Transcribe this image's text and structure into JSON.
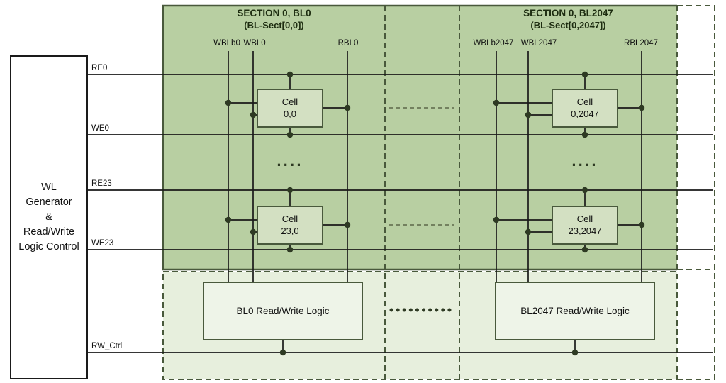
{
  "diagram": {
    "left_block": {
      "lines": [
        "WL",
        "Generator",
        "&",
        "Read/Write",
        "Logic Control"
      ]
    },
    "wire_labels": {
      "re0": "RE0",
      "we0": "WE0",
      "re23": "RE23",
      "we23": "WE23",
      "rw_ctrl": "RW_Ctrl"
    },
    "sections": [
      {
        "title": "SECTION 0, BL0",
        "subtitle": "(BL-Sect[0,0])",
        "bitlines": {
          "wblb": "WBLb0",
          "wbl": "WBL0",
          "rbl": "RBL0"
        },
        "cells": [
          {
            "name": "Cell",
            "index": "0,0"
          },
          {
            "name": "Cell",
            "index": "23,0"
          }
        ],
        "row_ellipsis": "····",
        "logic_label": "BL0 Read/Write Logic"
      },
      {
        "title": "SECTION 0, BL2047",
        "subtitle": "(BL-Sect[0,2047])",
        "bitlines": {
          "wblb": "WBLb2047",
          "wbl": "WBL2047",
          "rbl": "RBL2047"
        },
        "cells": [
          {
            "name": "Cell",
            "index": "0,2047"
          },
          {
            "name": "Cell",
            "index": "23,2047"
          }
        ],
        "row_ellipsis": "····",
        "logic_label": "BL2047 Read/Write Logic"
      }
    ]
  },
  "colors": {
    "section_fill": "#b8cfa2",
    "logic_area_fill": "#e7efdd",
    "cell_fill": "#d3e0c2",
    "logic_box_fill": "#eef4e8",
    "outline": "#49593c",
    "wire": "#1a1a1a",
    "dot": "#2e3a23",
    "header_text": "#1d2c10"
  }
}
